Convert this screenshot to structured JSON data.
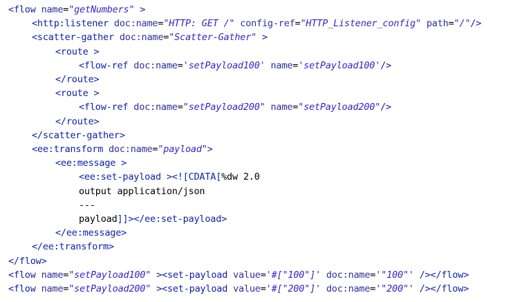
{
  "lines": [
    {
      "indent": 0,
      "tokens": [
        {
          "c": "t",
          "s": "<flow "
        },
        {
          "c": "a",
          "s": "name"
        },
        {
          "c": "p",
          "s": "="
        },
        {
          "c": "v",
          "s": "\"getNumbers\""
        },
        {
          "c": "t",
          "s": " >"
        }
      ]
    },
    {
      "indent": 1,
      "tokens": [
        {
          "c": "t",
          "s": "<http:listener "
        },
        {
          "c": "a",
          "s": "doc:name"
        },
        {
          "c": "p",
          "s": "="
        },
        {
          "c": "v",
          "s": "\"HTTP: GET /\""
        },
        {
          "c": "a",
          "s": " config-ref"
        },
        {
          "c": "p",
          "s": "="
        },
        {
          "c": "v",
          "s": "\"HTTP_Listener_config\""
        },
        {
          "c": "a",
          "s": " path"
        },
        {
          "c": "p",
          "s": "="
        },
        {
          "c": "v",
          "s": "\"/\""
        },
        {
          "c": "t",
          "s": "/>"
        }
      ]
    },
    {
      "indent": 1,
      "tokens": [
        {
          "c": "t",
          "s": "<scatter-gather "
        },
        {
          "c": "a",
          "s": "doc:name"
        },
        {
          "c": "p",
          "s": "="
        },
        {
          "c": "v",
          "s": "\"Scatter-Gather\""
        },
        {
          "c": "t",
          "s": " >"
        }
      ]
    },
    {
      "indent": 2,
      "tokens": [
        {
          "c": "t",
          "s": "<route >"
        }
      ]
    },
    {
      "indent": 3,
      "tokens": [
        {
          "c": "t",
          "s": "<flow-ref "
        },
        {
          "c": "a",
          "s": "doc:name"
        },
        {
          "c": "p",
          "s": "="
        },
        {
          "c": "v",
          "s": "'setPayload100'"
        },
        {
          "c": "a",
          "s": " name"
        },
        {
          "c": "p",
          "s": "="
        },
        {
          "c": "v",
          "s": "'setPayload100'"
        },
        {
          "c": "t",
          "s": "/>"
        }
      ]
    },
    {
      "indent": 2,
      "tokens": [
        {
          "c": "t",
          "s": "</route>"
        }
      ]
    },
    {
      "indent": 2,
      "tokens": [
        {
          "c": "t",
          "s": "<route >"
        }
      ]
    },
    {
      "indent": 3,
      "tokens": [
        {
          "c": "t",
          "s": "<flow-ref "
        },
        {
          "c": "a",
          "s": "doc:name"
        },
        {
          "c": "p",
          "s": "="
        },
        {
          "c": "v",
          "s": "\"setPayload200\""
        },
        {
          "c": "a",
          "s": " name"
        },
        {
          "c": "p",
          "s": "="
        },
        {
          "c": "v",
          "s": "\"setPayload200\""
        },
        {
          "c": "t",
          "s": "/>"
        }
      ]
    },
    {
      "indent": 2,
      "tokens": [
        {
          "c": "t",
          "s": "</route>"
        }
      ]
    },
    {
      "indent": 1,
      "tokens": [
        {
          "c": "t",
          "s": "</scatter-gather>"
        }
      ]
    },
    {
      "indent": 1,
      "tokens": [
        {
          "c": "t",
          "s": "<ee:transform "
        },
        {
          "c": "a",
          "s": "doc:name"
        },
        {
          "c": "p",
          "s": "="
        },
        {
          "c": "v",
          "s": "\"payload\""
        },
        {
          "c": "t",
          "s": ">"
        }
      ]
    },
    {
      "indent": 2,
      "tokens": [
        {
          "c": "t",
          "s": "<ee:message >"
        }
      ]
    },
    {
      "indent": 3,
      "tokens": [
        {
          "c": "t",
          "s": "<ee:set-payload ><![CDATA["
        },
        {
          "c": "x",
          "s": "%dw 2.0"
        }
      ]
    },
    {
      "indent": 3,
      "tokens": [
        {
          "c": "x",
          "s": "output application/json"
        }
      ]
    },
    {
      "indent": 3,
      "tokens": [
        {
          "c": "x",
          "s": "---"
        }
      ]
    },
    {
      "indent": 3,
      "tokens": [
        {
          "c": "x",
          "s": "payload"
        },
        {
          "c": "t",
          "s": "]]></ee:set-payload>"
        }
      ]
    },
    {
      "indent": 2,
      "tokens": [
        {
          "c": "t",
          "s": "</ee:message>"
        }
      ]
    },
    {
      "indent": 1,
      "tokens": [
        {
          "c": "t",
          "s": "</ee:transform>"
        }
      ]
    },
    {
      "indent": 0,
      "tokens": [
        {
          "c": "t",
          "s": "</flow>"
        }
      ]
    },
    {
      "indent": 0,
      "tokens": [
        {
          "c": "t",
          "s": "<flow "
        },
        {
          "c": "a",
          "s": "name"
        },
        {
          "c": "p",
          "s": "="
        },
        {
          "c": "v",
          "s": "\"setPayload100\""
        },
        {
          "c": "t",
          "s": " ><set-payload "
        },
        {
          "c": "a",
          "s": "value"
        },
        {
          "c": "p",
          "s": "="
        },
        {
          "c": "v",
          "s": "'#[\"100\"]'"
        },
        {
          "c": "a",
          "s": " doc:name"
        },
        {
          "c": "p",
          "s": "="
        },
        {
          "c": "v",
          "s": "'\"100\"'"
        },
        {
          "c": "t",
          "s": " /></flow>"
        }
      ]
    },
    {
      "indent": 0,
      "tokens": [
        {
          "c": "t",
          "s": "<flow "
        },
        {
          "c": "a",
          "s": "name"
        },
        {
          "c": "p",
          "s": "="
        },
        {
          "c": "v",
          "s": "\"setPayload200\""
        },
        {
          "c": "t",
          "s": " ><set-payload "
        },
        {
          "c": "a",
          "s": "value"
        },
        {
          "c": "p",
          "s": "="
        },
        {
          "c": "v",
          "s": "'#[\"200\"]'"
        },
        {
          "c": "a",
          "s": " doc:name"
        },
        {
          "c": "p",
          "s": "="
        },
        {
          "c": "v",
          "s": "'\"200\"'"
        },
        {
          "c": "t",
          "s": " /></flow>"
        }
      ]
    }
  ]
}
